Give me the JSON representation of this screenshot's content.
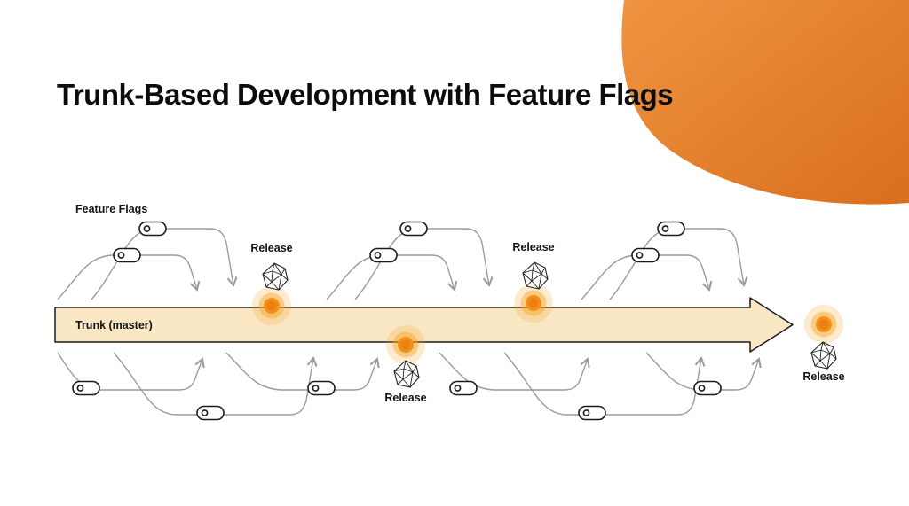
{
  "title": "Trunk-Based Development with Feature Flags",
  "diagram": {
    "feature_flags_label": "Feature Flags",
    "trunk_label": "Trunk (master)",
    "releases": [
      {
        "label": "Release"
      },
      {
        "label": "Release"
      },
      {
        "label": "Release"
      },
      {
        "label": "Release"
      }
    ],
    "colors": {
      "blob_gradient_start": "#EF9440",
      "blob_gradient_end": "#D9701F",
      "trunk_fill": "#F9E7C3",
      "trunk_stroke": "#1A1A1A",
      "branch_stroke": "#9B9B9B",
      "release_glow": "#F5A623",
      "release_core": "#EF8E1B",
      "text": "#111111"
    }
  }
}
